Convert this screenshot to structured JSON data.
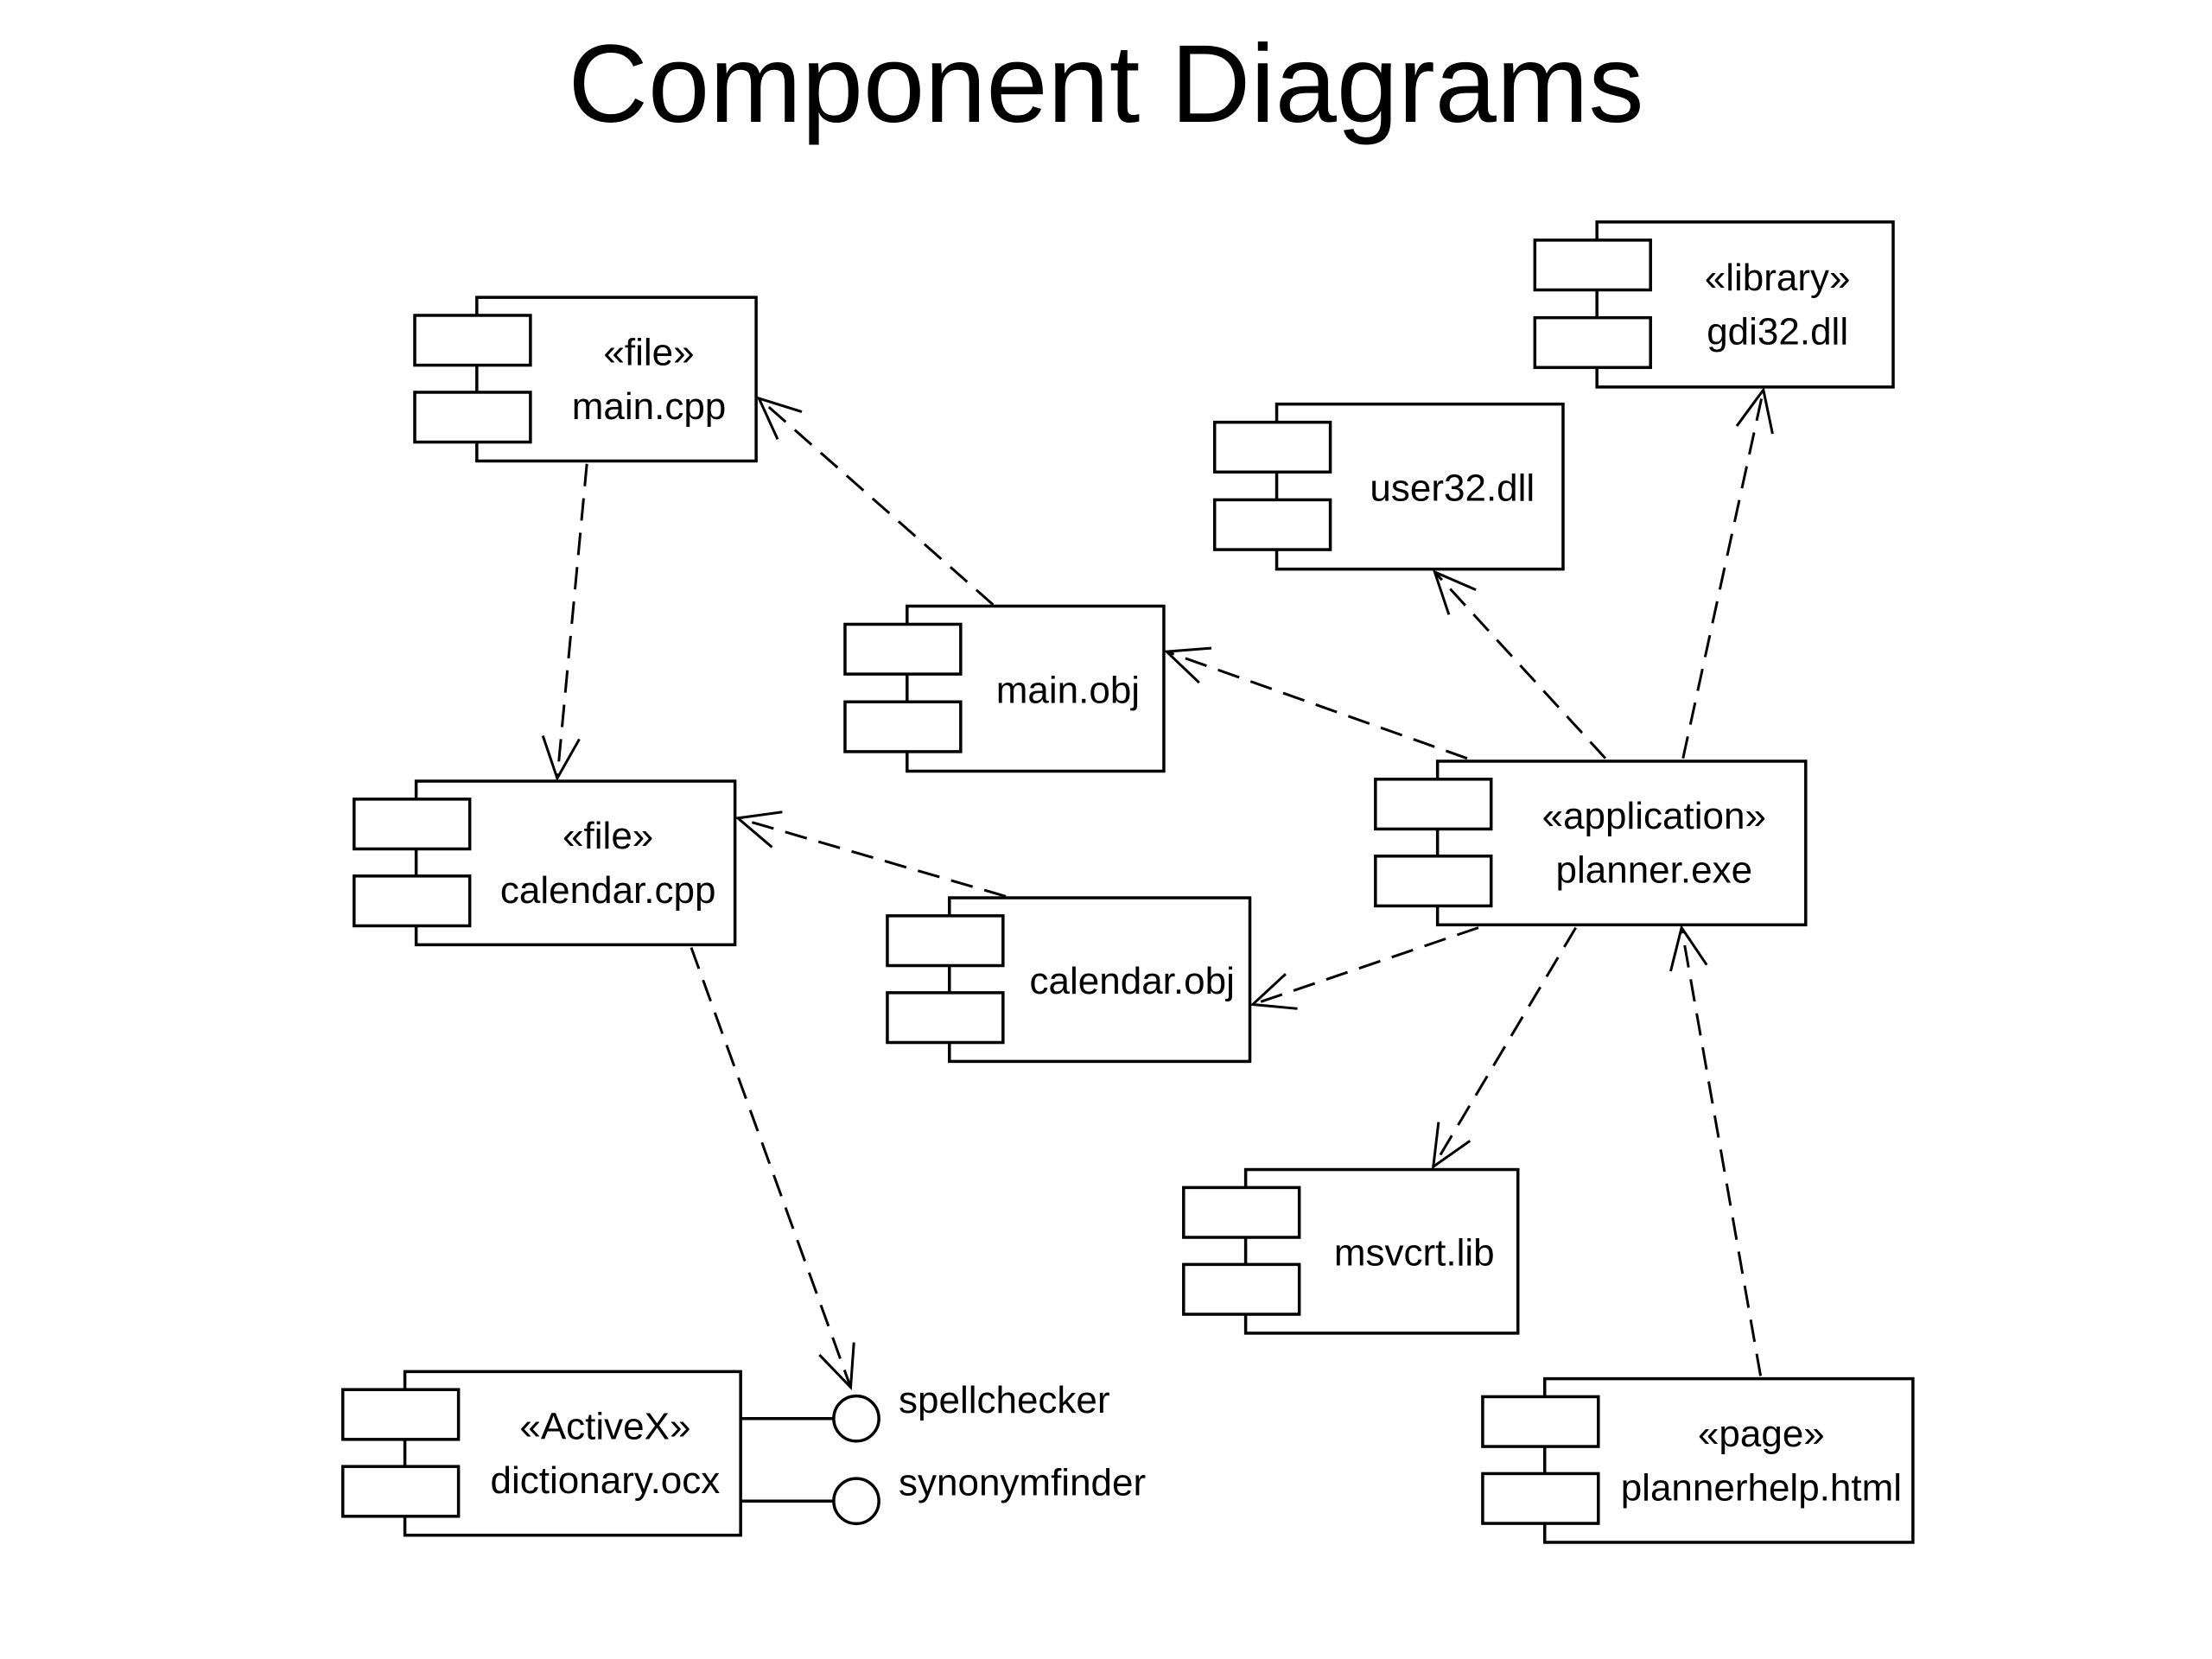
{
  "title": "Component Diagrams",
  "components": [
    {
      "id": "main_cpp",
      "stereotype": "«file»",
      "name": "main.cpp"
    },
    {
      "id": "calendar_cpp",
      "stereotype": "«file»",
      "name": "calendar.cpp"
    },
    {
      "id": "main_obj",
      "stereotype": "",
      "name": "main.obj"
    },
    {
      "id": "calendar_obj",
      "stereotype": "",
      "name": "calendar.obj"
    },
    {
      "id": "user32_dll",
      "stereotype": "",
      "name": "user32.dll"
    },
    {
      "id": "gdi32_dll",
      "stereotype": "«library»",
      "name": "gdi32.dll"
    },
    {
      "id": "planner_exe",
      "stereotype": "«application»",
      "name": "planner.exe"
    },
    {
      "id": "msvcrt_lib",
      "stereotype": "",
      "name": "msvcrt.lib"
    },
    {
      "id": "dictionary_ocx",
      "stereotype": "«ActiveX»",
      "name": "dictionary.ocx"
    },
    {
      "id": "plannerhelp_html",
      "stereotype": "«page»",
      "name": "plannerhelp.html"
    }
  ],
  "interfaces": [
    {
      "id": "spellchecker",
      "name": "spellchecker",
      "owner": "dictionary_ocx"
    },
    {
      "id": "synonymfinder",
      "name": "synonymfinder",
      "owner": "dictionary_ocx"
    }
  ],
  "dependencies": [
    {
      "from": "main_cpp",
      "to": "calendar_cpp"
    },
    {
      "from": "main_obj",
      "to": "main_cpp"
    },
    {
      "from": "calendar_obj",
      "to": "calendar_cpp"
    },
    {
      "from": "calendar_cpp",
      "to": "spellchecker"
    },
    {
      "from": "planner_exe",
      "to": "main_obj"
    },
    {
      "from": "planner_exe",
      "to": "calendar_obj"
    },
    {
      "from": "planner_exe",
      "to": "user32_dll"
    },
    {
      "from": "planner_exe",
      "to": "gdi32_dll"
    },
    {
      "from": "planner_exe",
      "to": "msvcrt_lib"
    },
    {
      "from": "plannerhelp_html",
      "to": "planner_exe"
    }
  ]
}
